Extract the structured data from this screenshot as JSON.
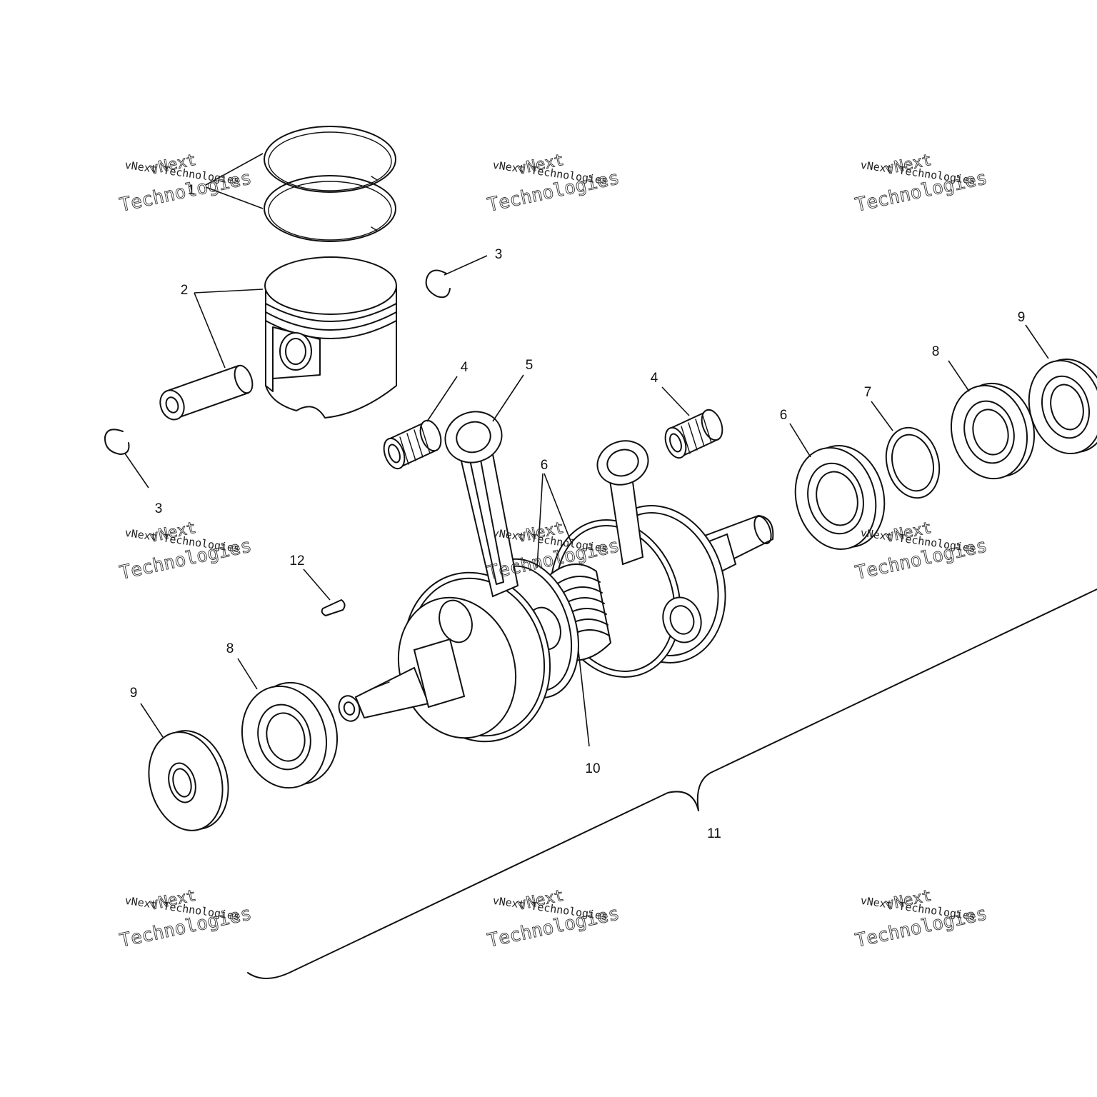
{
  "callouts": {
    "c1": "1",
    "c2": "2",
    "c3a": "3",
    "c3b": "3",
    "c4a": "4",
    "c4b": "4",
    "c5": "5",
    "c6a": "6",
    "c6b": "6",
    "c7": "7",
    "c8a": "8",
    "c8b": "8",
    "c9a": "9",
    "c9b": "9",
    "c10": "10",
    "c11": "11",
    "c12": "12"
  },
  "watermark": {
    "line1": "vNext Technologies",
    "line2": "Technologies",
    "line3": "vNext"
  },
  "colors": {
    "ink": "#111111",
    "paper": "#ffffff"
  }
}
